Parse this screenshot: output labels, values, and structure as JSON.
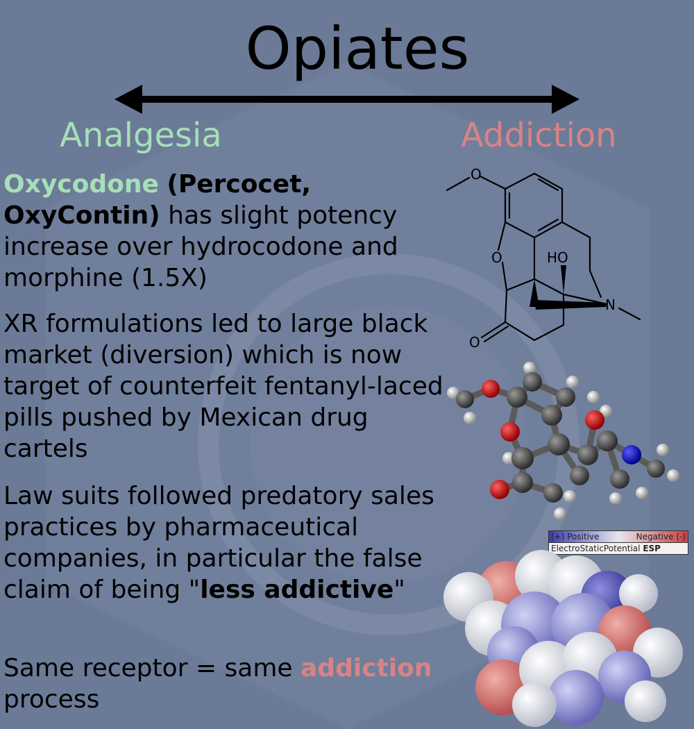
{
  "title": "Opiates",
  "spectrum": {
    "left_label": "Analgesia",
    "right_label": "Addiction"
  },
  "paragraphs": {
    "p1": {
      "drug": "Oxycodone",
      "brands": "(Percocet, OxyContin)",
      "rest": "has slight potency increase over hydrocodone and morphine (1.5X)"
    },
    "p2": {
      "text": "XR formulations led to large black market (diversion) which is now target of counterfeit fentanyl-laced pills pushed by Mexican drug cartels"
    },
    "p3": {
      "before": "Law suits followed predatory sales practices by pharmaceutical companies, in particular the false claim of being \"",
      "emphasis": "less addictive",
      "after": "\""
    },
    "p4": {
      "before": "Same receptor = same",
      "emphasis": "addiction",
      "after": "process"
    }
  },
  "structure_labels": {
    "methoxy_o": "O",
    "ring_o": "O",
    "hydroxyl": "HO",
    "nitrogen": "N",
    "ketone_o": "O"
  },
  "esp_legend": {
    "positive": "(+) Positive",
    "negative": "Negative (-)",
    "label": "ElectroStaticPotential",
    "label_bold": "ESP"
  },
  "colors": {
    "background": "#6b7a96",
    "analgesia_green": "#a6dfb8",
    "addiction_pink": "#d98386"
  }
}
